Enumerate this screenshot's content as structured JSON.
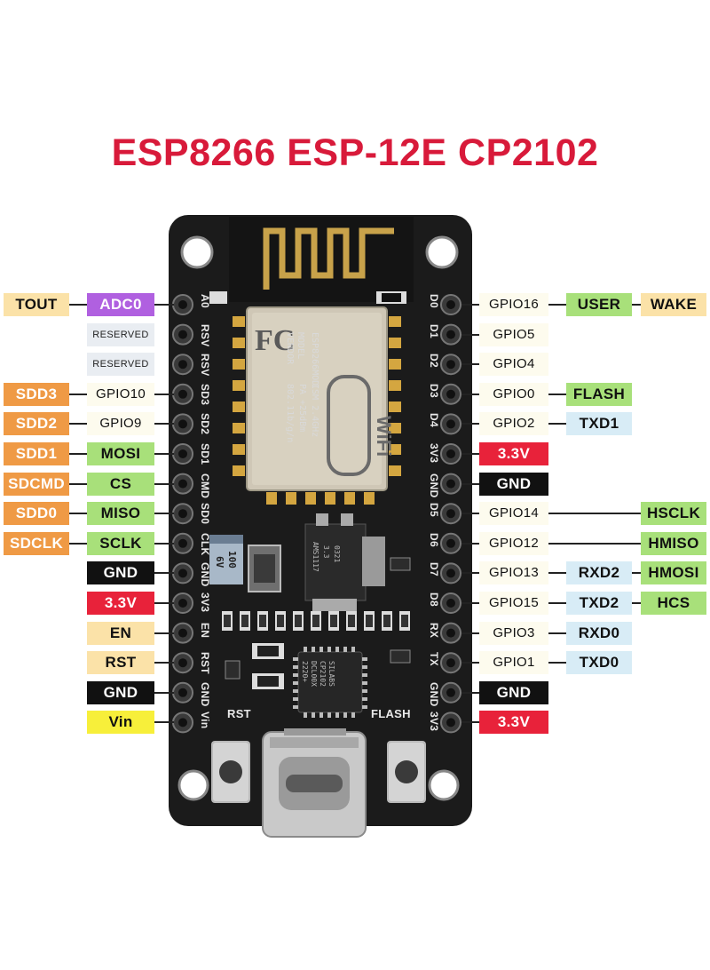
{
  "title": "ESP8266 ESP-12E CP2102",
  "colors": {
    "title": "#d81a3a",
    "sdio_orange": "#ef9a45",
    "spi_green": "#a8e07a",
    "purple_adc": "#b060e0",
    "gnd_black": "#111111",
    "power_red": "#e8223a",
    "yellow_vin": "#f7ef3a",
    "peach_en": "#fbe2a8",
    "lightblue": "#d8ecf6",
    "reserved_grey": "#e9edf2",
    "pcb": "#1b1b1b"
  },
  "left_pins": [
    {
      "silk": "A0",
      "labels": [
        {
          "text": "TOUT",
          "style": "peach"
        },
        {
          "text": "ADC0",
          "style": "purple"
        }
      ]
    },
    {
      "silk": "RSV",
      "labels": [
        {
          "text": "RESERVED",
          "style": "reserved"
        }
      ]
    },
    {
      "silk": "RSV",
      "labels": [
        {
          "text": "RESERVED",
          "style": "reserved"
        }
      ]
    },
    {
      "silk": "SD3",
      "labels": [
        {
          "text": "SDD3",
          "style": "orange"
        },
        {
          "text": "GPIO10",
          "style": "plain"
        }
      ]
    },
    {
      "silk": "SD2",
      "labels": [
        {
          "text": "SDD2",
          "style": "orange"
        },
        {
          "text": "GPIO9",
          "style": "plain"
        }
      ]
    },
    {
      "silk": "SD1",
      "labels": [
        {
          "text": "SDD1",
          "style": "orange"
        },
        {
          "text": "MOSI",
          "style": "green"
        }
      ]
    },
    {
      "silk": "CMD",
      "labels": [
        {
          "text": "SDCMD",
          "style": "orange"
        },
        {
          "text": "CS",
          "style": "green"
        }
      ]
    },
    {
      "silk": "SD0",
      "labels": [
        {
          "text": "SDD0",
          "style": "orange"
        },
        {
          "text": "MISO",
          "style": "green"
        }
      ]
    },
    {
      "silk": "CLK",
      "labels": [
        {
          "text": "SDCLK",
          "style": "orange"
        },
        {
          "text": "SCLK",
          "style": "green"
        }
      ]
    },
    {
      "silk": "GND",
      "labels": [
        {
          "text": "GND",
          "style": "black"
        }
      ]
    },
    {
      "silk": "3V3",
      "labels": [
        {
          "text": "3.3V",
          "style": "red"
        }
      ]
    },
    {
      "silk": "EN",
      "labels": [
        {
          "text": "EN",
          "style": "peach"
        }
      ]
    },
    {
      "silk": "RST",
      "labels": [
        {
          "text": "RST",
          "style": "peach"
        }
      ]
    },
    {
      "silk": "GND",
      "labels": [
        {
          "text": "GND",
          "style": "black"
        }
      ]
    },
    {
      "silk": "Vin",
      "labels": [
        {
          "text": "Vin",
          "style": "yellow"
        }
      ]
    }
  ],
  "right_pins": [
    {
      "silk": "D0",
      "labels": [
        {
          "text": "GPIO16",
          "style": "plain"
        },
        {
          "text": "USER",
          "style": "green"
        },
        {
          "text": "WAKE",
          "style": "peach"
        }
      ]
    },
    {
      "silk": "D1",
      "labels": [
        {
          "text": "GPIO5",
          "style": "plain"
        }
      ]
    },
    {
      "silk": "D2",
      "labels": [
        {
          "text": "GPIO4",
          "style": "plain"
        }
      ]
    },
    {
      "silk": "D3",
      "labels": [
        {
          "text": "GPIO0",
          "style": "plain"
        },
        {
          "text": "FLASH",
          "style": "green"
        }
      ]
    },
    {
      "silk": "D4",
      "labels": [
        {
          "text": "GPIO2",
          "style": "plain"
        },
        {
          "text": "TXD1",
          "style": "lightblue"
        }
      ]
    },
    {
      "silk": "3V3",
      "labels": [
        {
          "text": "3.3V",
          "style": "red"
        }
      ]
    },
    {
      "silk": "GND",
      "labels": [
        {
          "text": "GND",
          "style": "black"
        }
      ]
    },
    {
      "silk": "D5",
      "labels": [
        {
          "text": "GPIO14",
          "style": "plain"
        },
        {
          "text": "HSCLK",
          "style": "green"
        }
      ]
    },
    {
      "silk": "D6",
      "labels": [
        {
          "text": "GPIO12",
          "style": "plain"
        },
        {
          "text": "HMISO",
          "style": "green"
        }
      ]
    },
    {
      "silk": "D7",
      "labels": [
        {
          "text": "GPIO13",
          "style": "plain"
        },
        {
          "text": "RXD2",
          "style": "lightblue"
        },
        {
          "text": "HMOSI",
          "style": "green"
        }
      ]
    },
    {
      "silk": "D8",
      "labels": [
        {
          "text": "GPIO15",
          "style": "plain"
        },
        {
          "text": "TXD2",
          "style": "lightblue"
        },
        {
          "text": "HCS",
          "style": "green"
        }
      ]
    },
    {
      "silk": "RX",
      "labels": [
        {
          "text": "GPIO3",
          "style": "plain"
        },
        {
          "text": "RXD0",
          "style": "lightblue"
        }
      ]
    },
    {
      "silk": "TX",
      "labels": [
        {
          "text": "GPIO1",
          "style": "plain"
        },
        {
          "text": "TXD0",
          "style": "lightblue"
        }
      ]
    },
    {
      "silk": "GND",
      "labels": [
        {
          "text": "GND",
          "style": "black"
        }
      ]
    },
    {
      "silk": "3V3",
      "labels": [
        {
          "text": "3.3V",
          "style": "red"
        }
      ]
    }
  ],
  "board": {
    "rst_label": "RST",
    "flash_label": "FLASH",
    "module_text": [
      "MODEL",
      "VENDOR",
      "ISM 2.4GHz",
      "PA +25dBm",
      "802.11b/g/n",
      "ESP8266MOD"
    ],
    "module_fcc": "FC",
    "module_wifi": "WiFi",
    "regulator_text": [
      "AMS1117",
      "3.3",
      "0321"
    ],
    "cap_text": [
      "100",
      "6V"
    ],
    "usb_chip_text": [
      "SILABS",
      "CP2102",
      "DCL00X",
      "2220+"
    ]
  }
}
